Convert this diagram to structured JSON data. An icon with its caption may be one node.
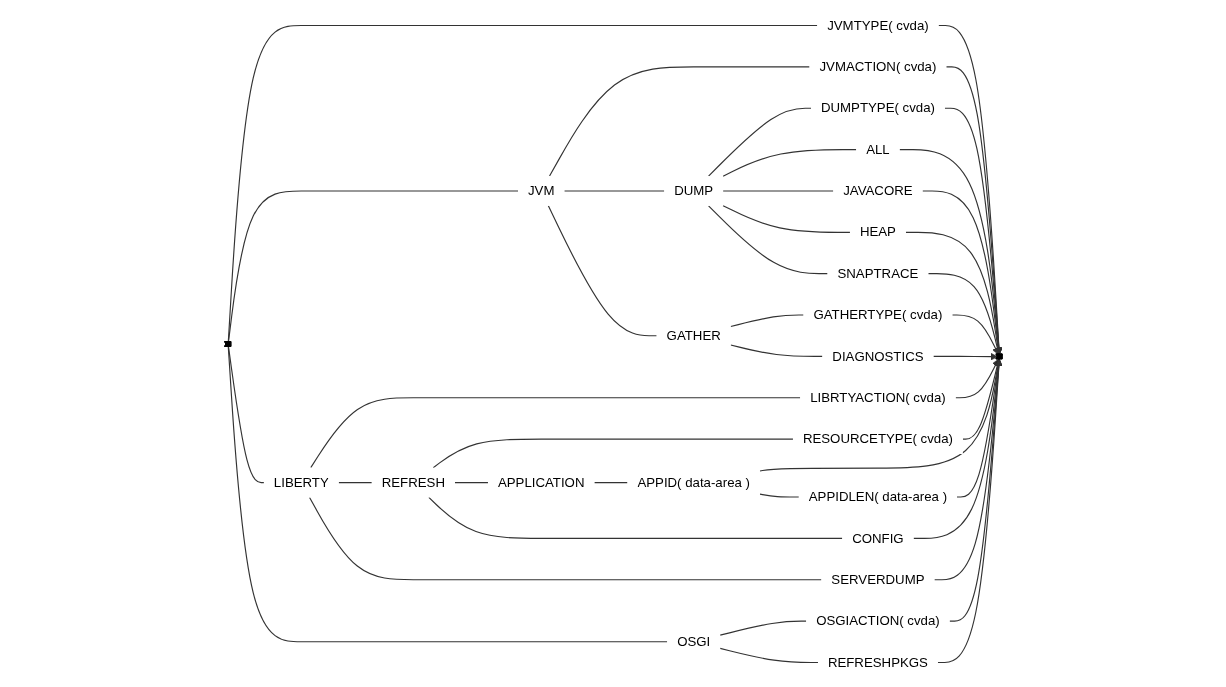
{
  "diagram": {
    "nodes": [
      {
        "text": [],
        "shape": "triangle"
      },
      {
        "text": [
          "JVMTYPE( cvda)"
        ]
      },
      {
        "text": [
          "JVM"
        ]
      },
      {
        "text": [
          "JVMACTION( cvda)"
        ]
      },
      {
        "text": [
          "DUMP"
        ]
      },
      {
        "text": [
          "DUMPTYPE( cvda)"
        ]
      },
      {
        "text": [
          "ALL"
        ]
      },
      {
        "text": [
          "JAVACORE"
        ]
      },
      {
        "text": [
          "HEAP"
        ]
      },
      {
        "text": [
          "SNAPTRACE"
        ]
      },
      {
        "text": [
          "GATHER"
        ]
      },
      {
        "text": [
          "GATHERTYPE( cvda)"
        ]
      },
      {
        "text": [
          "DIAGNOSTICS"
        ]
      },
      {
        "text": [
          "LIBERTY"
        ]
      },
      {
        "text": [
          "LIBRTYACTION( cvda)"
        ]
      },
      {
        "text": [
          "REFRESH"
        ]
      },
      {
        "text": [
          "RESOURCETYPE( cvda)"
        ]
      },
      {
        "text": [
          "APPLICATION"
        ]
      },
      {
        "text": [
          "APPID( data-area )"
        ]
      },
      {
        "text": [
          "APPIDLEN( data-area )"
        ]
      },
      {
        "text": [
          "CONFIG"
        ]
      },
      {
        "text": [
          "SERVERDUMP"
        ]
      },
      {
        "text": [
          "OSGI"
        ]
      },
      {
        "text": [
          "OSGIACTION( cvda)"
        ]
      },
      {
        "text": [
          "REFRESHPKGS"
        ]
      },
      {
        "text": [],
        "shape": "triangle"
      }
    ],
    "edges": [
      {
        "from": 0,
        "to": 1,
        "arrow": "none"
      },
      {
        "from": 1,
        "to": 25,
        "arrow": "to"
      },
      {
        "from": 0,
        "to": 2,
        "arrow": "none"
      },
      {
        "from": 2,
        "to": 3,
        "arrow": "none"
      },
      {
        "from": 2,
        "to": 4,
        "arrow": "none"
      },
      {
        "from": 2,
        "to": 10,
        "arrow": "none"
      },
      {
        "from": 3,
        "to": 25,
        "arrow": "to"
      },
      {
        "from": 4,
        "to": 5,
        "arrow": "none"
      },
      {
        "from": 4,
        "to": 6,
        "arrow": "none"
      },
      {
        "from": 4,
        "to": 7,
        "arrow": "none"
      },
      {
        "from": 4,
        "to": 8,
        "arrow": "none"
      },
      {
        "from": 4,
        "to": 9,
        "arrow": "none"
      },
      {
        "from": 5,
        "to": 25,
        "arrow": "to"
      },
      {
        "from": 6,
        "to": 25,
        "arrow": "to"
      },
      {
        "from": 7,
        "to": 25,
        "arrow": "to"
      },
      {
        "from": 8,
        "to": 25,
        "arrow": "to"
      },
      {
        "from": 9,
        "to": 25,
        "arrow": "to"
      },
      {
        "from": 10,
        "to": 11,
        "arrow": "none"
      },
      {
        "from": 10,
        "to": 12,
        "arrow": "none"
      },
      {
        "from": 11,
        "to": 25,
        "arrow": "to"
      },
      {
        "from": 12,
        "to": 25,
        "arrow": "to"
      },
      {
        "from": 0,
        "to": 13,
        "arrow": "none"
      },
      {
        "from": 13,
        "to": 14,
        "arrow": "none"
      },
      {
        "from": 13,
        "to": 15,
        "arrow": "none"
      },
      {
        "from": 13,
        "to": 21,
        "arrow": "none"
      },
      {
        "from": 14,
        "to": 25,
        "arrow": "to"
      },
      {
        "from": 15,
        "to": 16,
        "arrow": "none"
      },
      {
        "from": 15,
        "to": 17,
        "arrow": "none"
      },
      {
        "from": 15,
        "to": 20,
        "arrow": "none"
      },
      {
        "from": 16,
        "to": 25,
        "arrow": "to"
      },
      {
        "from": 17,
        "to": 18,
        "arrow": "none"
      },
      {
        "from": 18,
        "to": 19,
        "arrow": "none"
      },
      {
        "from": 18,
        "to": 25,
        "arrow": "to"
      },
      {
        "from": 19,
        "to": 25,
        "arrow": "to"
      },
      {
        "from": 20,
        "to": 25,
        "arrow": "to"
      },
      {
        "from": 21,
        "to": 25,
        "arrow": "to"
      },
      {
        "from": 0,
        "to": 22,
        "arrow": "none"
      },
      {
        "from": 22,
        "to": 23,
        "arrow": "none"
      },
      {
        "from": 22,
        "to": 24,
        "arrow": "none"
      },
      {
        "from": 23,
        "to": 25,
        "arrow": "to"
      },
      {
        "from": 24,
        "to": 25,
        "arrow": "to"
      }
    ]
  }
}
